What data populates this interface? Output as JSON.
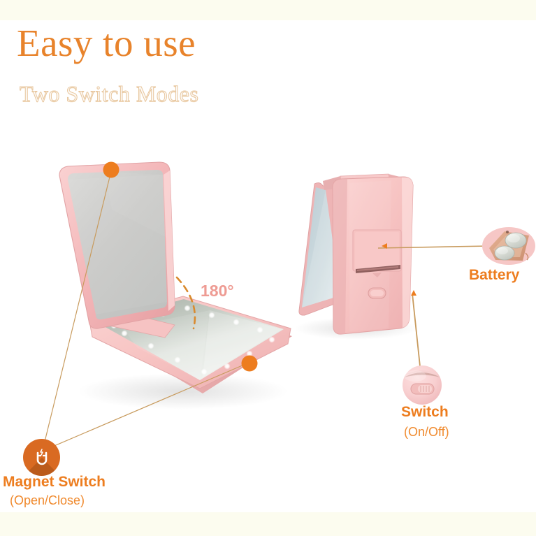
{
  "page": {
    "background_color": "#ffffff",
    "band_color": "#fcfcef",
    "accent_orange": "#ED7D1F",
    "accent_tan": "#C89B5E",
    "device_pink": "#F3B9BA",
    "angle_pink": "#EE9B93"
  },
  "heading": {
    "title": "Easy to use",
    "subtitle": "Two Switch Modes"
  },
  "annotations": {
    "angle": "180°"
  },
  "callouts": [
    {
      "id": "magnet-switch",
      "label": "Magnet Switch",
      "sublabel": "(Open/Close)",
      "icon": "magnet-icon",
      "badge_color": "#D96A22"
    },
    {
      "id": "switch",
      "label": "Switch",
      "sublabel": "(On/Off)",
      "icon": "slider-switch-icon"
    },
    {
      "id": "battery",
      "label": "Battery",
      "sublabel": "",
      "icon": "coin-cell-battery-icon"
    }
  ],
  "products": [
    {
      "id": "open-flat-mirror",
      "name": "compact-mirror-open",
      "description": "LED compact mirror opened flat at 180 degrees",
      "led_count": 14,
      "marker_count": 2
    },
    {
      "id": "standing-mirror",
      "name": "compact-mirror-standing",
      "description": "LED compact mirror standing in A-frame showing battery door and power switch"
    }
  ]
}
